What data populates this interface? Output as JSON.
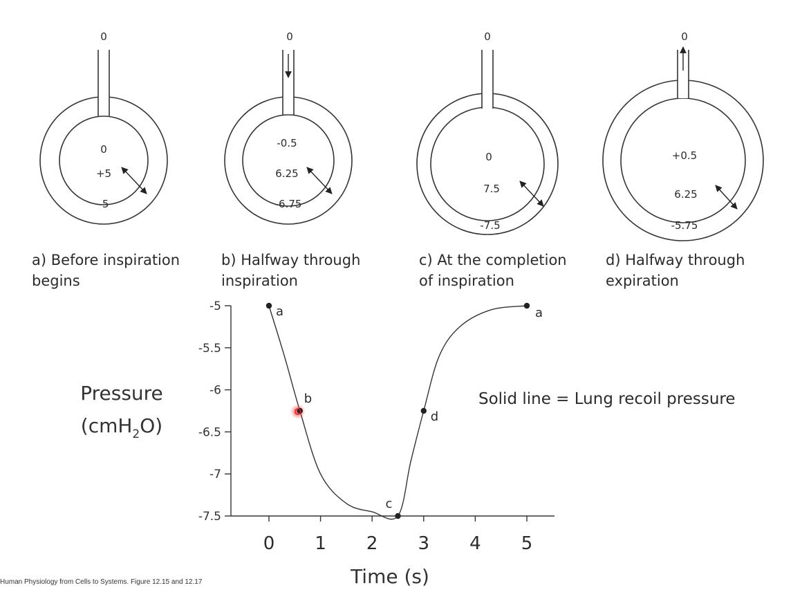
{
  "diagrams": [
    {
      "id": "a",
      "top": "0",
      "alveolar": "0",
      "recoil": "+5",
      "pleural": "-5",
      "caption": [
        "a) Before inspiration",
        "begins"
      ],
      "airflow": "none"
    },
    {
      "id": "b",
      "top": "0",
      "alveolar": "-0.5",
      "recoil": "6.25",
      "pleural": "-6.75",
      "caption": [
        "b) Halfway through",
        "inspiration"
      ],
      "airflow": "in"
    },
    {
      "id": "c",
      "top": "0",
      "alveolar": "0",
      "recoil": "7.5",
      "pleural": "-7.5",
      "caption": [
        "c) At the completion",
        "of inspiration"
      ],
      "airflow": "none"
    },
    {
      "id": "d",
      "top": "0",
      "alveolar": "+0.5",
      "recoil": "6.25",
      "pleural": "-5.75",
      "caption": [
        "d) Halfway through",
        "expiration"
      ],
      "airflow": "out"
    }
  ],
  "chart_data": {
    "type": "line",
    "ylabel_line1": "Pressure",
    "ylabel_line2": "(cmH",
    "ylabel_sub": "2",
    "ylabel_end": "O)",
    "xlabel": "Time (s)",
    "x_ticks": [
      "0",
      "1",
      "2",
      "3",
      "4",
      "5"
    ],
    "y_ticks": [
      "-5",
      "-5.5",
      "-6",
      "-6.5",
      "-7",
      "-7.5"
    ],
    "ylim": [
      -7.5,
      -5
    ],
    "xlim": [
      -0.6,
      5.5
    ],
    "series": [
      {
        "points": [
          {
            "x": 0,
            "y": -5.0
          },
          {
            "x": 0.3,
            "y": -5.6
          },
          {
            "x": 0.6,
            "y": -6.25
          },
          {
            "x": 1.0,
            "y": -7.0
          },
          {
            "x": 1.5,
            "y": -7.35
          },
          {
            "x": 2.0,
            "y": -7.45
          },
          {
            "x": 2.5,
            "y": -7.5
          },
          {
            "x": 2.75,
            "y": -6.85
          },
          {
            "x": 3.0,
            "y": -6.25
          },
          {
            "x": 3.3,
            "y": -5.6
          },
          {
            "x": 3.7,
            "y": -5.25
          },
          {
            "x": 4.3,
            "y": -5.05
          },
          {
            "x": 5.0,
            "y": -5.0
          }
        ]
      }
    ],
    "markers": [
      {
        "label": "a",
        "x": 0,
        "y": -5.0
      },
      {
        "label": "b",
        "x": 0.6,
        "y": -6.25
      },
      {
        "label": "c",
        "x": 2.5,
        "y": -7.5
      },
      {
        "label": "d",
        "x": 3.0,
        "y": -6.25
      },
      {
        "label": "a",
        "x": 5.0,
        "y": -5.0
      }
    ],
    "annotation": "Solid line = Lung recoil pressure",
    "highlight_color": "#e02020"
  },
  "source": "Human Physiology from Cells to Systems. Figure 12.15 and 12.17"
}
